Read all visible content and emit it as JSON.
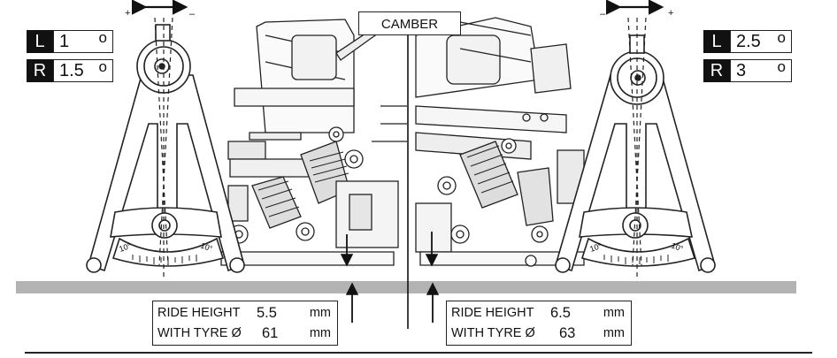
{
  "title": "CAMBER",
  "left_camber": {
    "left_label": "L",
    "left_value": "1",
    "right_label": "R",
    "right_value": "1.5",
    "unit": "o",
    "plus": "+",
    "minus": "–"
  },
  "right_camber": {
    "left_label": "L",
    "left_value": "2.5",
    "right_label": "R",
    "right_value": "3",
    "unit": "o",
    "plus": "+",
    "minus": "–"
  },
  "ride_left": {
    "height_label": "RIDE HEIGHT",
    "height_value": "5.5",
    "height_unit": "mm",
    "tyre_label": "WITH TYRE Ø",
    "tyre_value": "61",
    "tyre_unit": "mm"
  },
  "ride_right": {
    "height_label": "RIDE HEIGHT",
    "height_value": "6.5",
    "height_unit": "mm",
    "tyre_label": "WITH TYRE Ø",
    "tyre_value": "63",
    "tyre_unit": "mm"
  },
  "gauge_ticks": {
    "angle_label": "10°"
  },
  "colors": {
    "ground": "#b3b3b3",
    "ink": "#222222"
  }
}
